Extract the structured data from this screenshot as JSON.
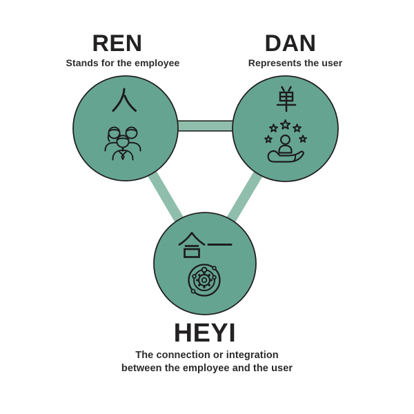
{
  "diagram": {
    "title_visible": false,
    "type": "three-node concept triangle",
    "colors": {
      "circle_fill": "#66A492",
      "connector_fill": "#8FBEAC",
      "outline": "#202020",
      "icon_stroke": "#1c1c1c",
      "heading_text": "#232121",
      "subtitle_text": "#2b2a2a",
      "background": "#ffffff"
    },
    "nodes": {
      "ren": {
        "heading": "REN",
        "subtitle": "Stands for the employee",
        "character": "人",
        "icon": "team-people-icon"
      },
      "dan": {
        "heading": "DAN",
        "subtitle": "Represents the user",
        "character": "单",
        "icon": "customer-appreciation-icon"
      },
      "heyi": {
        "heading": "HEYI",
        "subtitle_line1": "The connection or integration",
        "subtitle_line2": "between the employee and the user",
        "characters": "合一",
        "icon": "integration-orbits-icon"
      }
    },
    "connectors": [
      {
        "from": "ren",
        "to": "dan"
      },
      {
        "from": "ren",
        "to": "heyi"
      },
      {
        "from": "dan",
        "to": "heyi"
      }
    ]
  }
}
